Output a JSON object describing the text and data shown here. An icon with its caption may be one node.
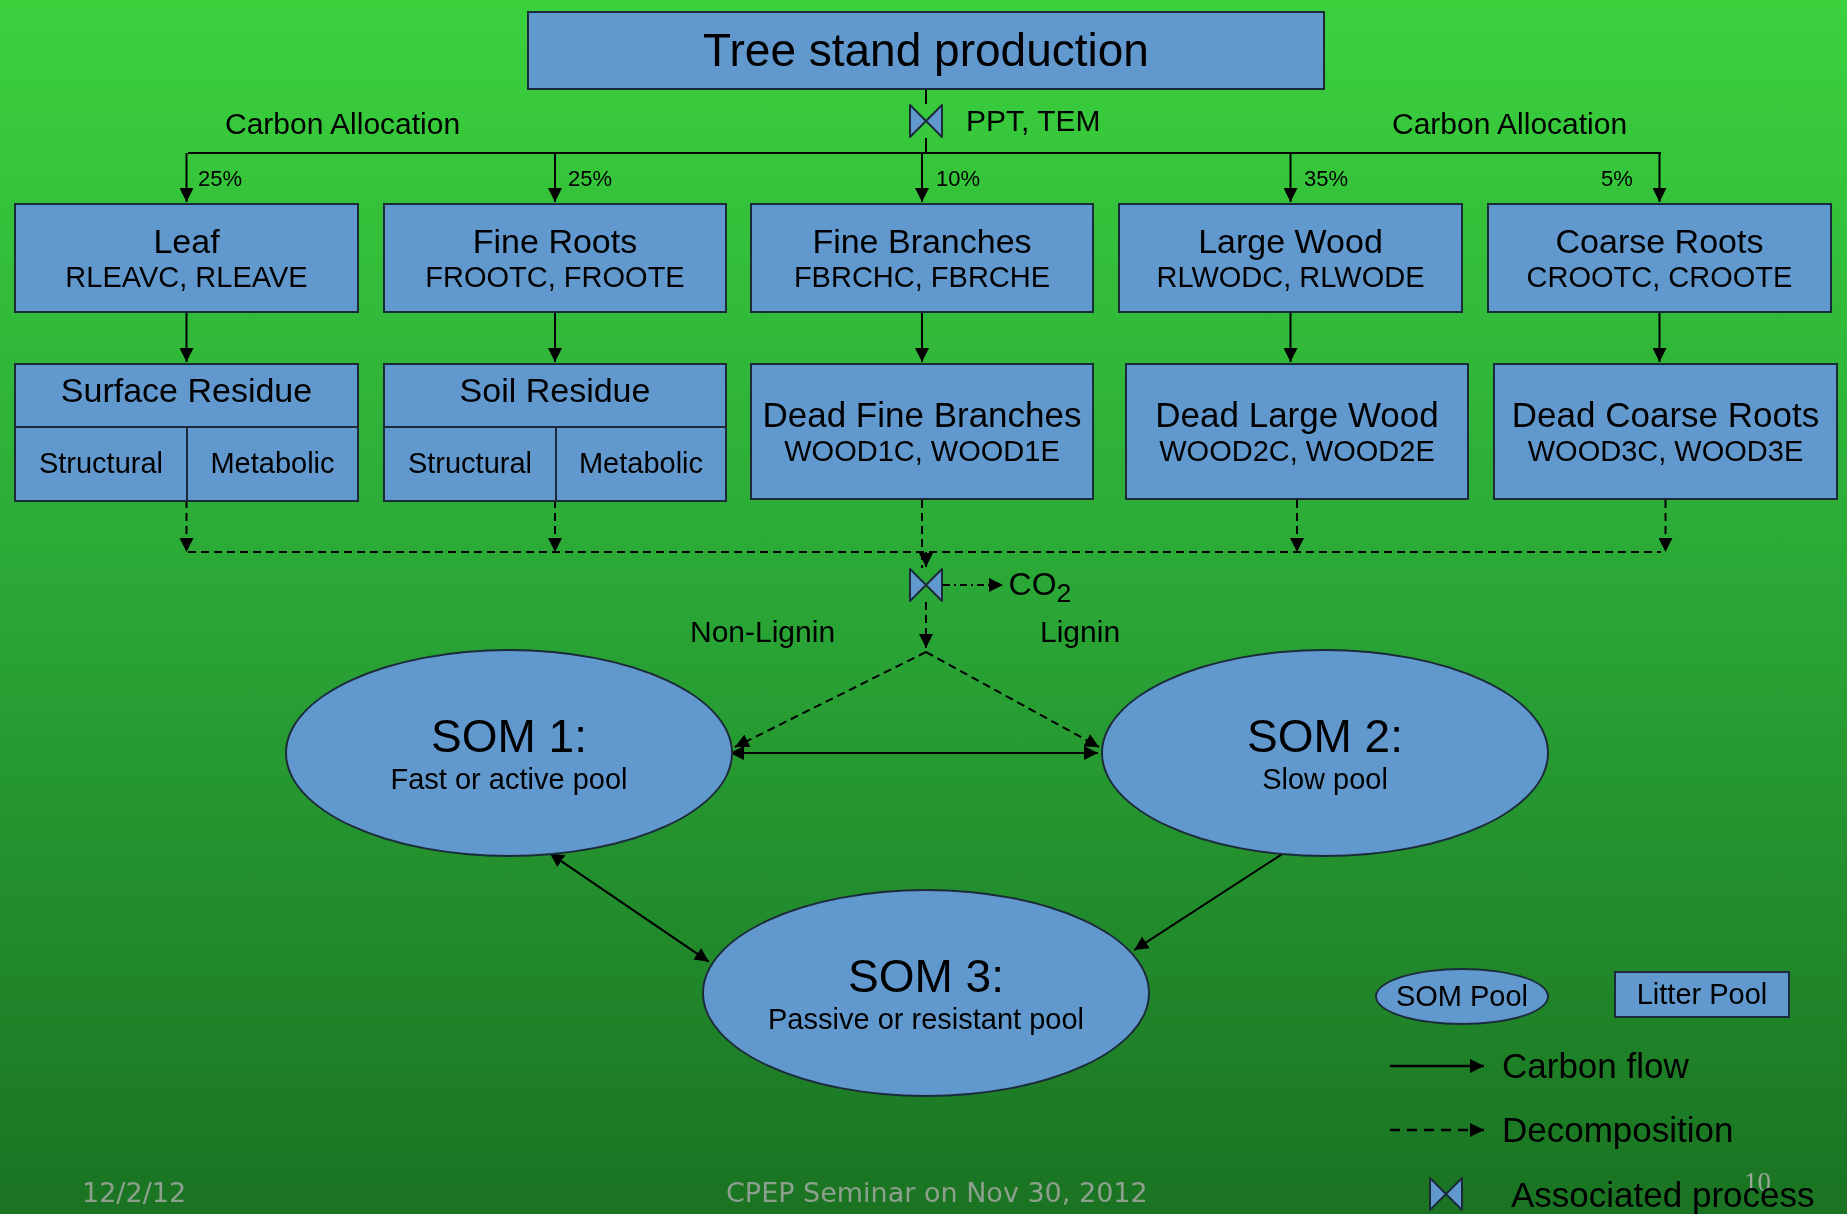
{
  "diagram": {
    "nodes": [
      {
        "text": [
          "Tree stand production"
        ]
      },
      {
        "text": [],
        "shape": "bowtie",
        "beside": [
          "PPT, TEM"
        ]
      },
      {
        "text": [
          "Leaf",
          "RLEAVC, RLEAVE"
        ]
      },
      {
        "text": [
          "Fine Roots",
          "FROOTC, FROOTE"
        ]
      },
      {
        "text": [
          "Fine Branches",
          "FBRCHC, FBRCHE"
        ]
      },
      {
        "text": [
          "Large Wood",
          "RLWODC, RLWODE"
        ]
      },
      {
        "text": [
          "Coarse Roots",
          "CROOTC, CROOTE"
        ]
      },
      {
        "text": [
          "Surface Residue"
        ]
      },
      {
        "text": [
          "Structural"
        ],
        "in": 7
      },
      {
        "text": [
          "Metabolic"
        ],
        "in": 7
      },
      {
        "text": [
          "Soil Residue"
        ]
      },
      {
        "text": [
          "Structural"
        ],
        "in": 10
      },
      {
        "text": [
          "Metabolic"
        ],
        "in": 10
      },
      {
        "text": [
          "Dead Fine Branches",
          "WOOD1C, WOOD1E"
        ]
      },
      {
        "text": [
          "Dead Large Wood",
          "WOOD2C, WOOD2E"
        ]
      },
      {
        "text": [
          "Dead Coarse Roots",
          "WOOD3C, WOOD3E"
        ]
      },
      {
        "text": [],
        "shape": "bowtie"
      },
      {
        "text": [
          "CO$_{2}$"
        ]
      },
      {
        "text": [
          "SOM 1:",
          "Fast or active pool"
        ]
      },
      {
        "text": [
          "SOM 2:",
          "Slow pool"
        ]
      },
      {
        "text": [
          "SOM 3:",
          "Passive or resistant pool"
        ]
      }
    ],
    "edges": [
      {
        "from": 0,
        "to": 1,
        "arrow": "none"
      },
      {
        "from": 1,
        "to": 2,
        "arrow": "to",
        "label": "25%"
      },
      {
        "from": 1,
        "to": 3,
        "arrow": "to",
        "label": "25%"
      },
      {
        "from": 1,
        "to": 4,
        "arrow": "to",
        "label": "10%"
      },
      {
        "from": 1,
        "to": 5,
        "arrow": "to",
        "label": "35%"
      },
      {
        "from": 1,
        "to": 6,
        "arrow": "to",
        "label": "5%"
      },
      {
        "from": 2,
        "to": 7,
        "arrow": "to"
      },
      {
        "from": 3,
        "to": 10,
        "arrow": "to"
      },
      {
        "from": 4,
        "to": 13,
        "arrow": "to"
      },
      {
        "from": 5,
        "to": 14,
        "arrow": "to"
      },
      {
        "from": 6,
        "to": 15,
        "arrow": "to"
      },
      {
        "from": 7,
        "to": 16,
        "arrow": "to",
        "style": "dashed"
      },
      {
        "from": 10,
        "to": 16,
        "arrow": "to",
        "style": "dashed"
      },
      {
        "from": 13,
        "to": 16,
        "arrow": "none",
        "style": "dashed"
      },
      {
        "from": 14,
        "to": 16,
        "arrow": "to",
        "style": "dashed"
      },
      {
        "from": 15,
        "to": 16,
        "arrow": "to",
        "style": "dashed"
      },
      {
        "from": 16,
        "to": 17,
        "arrow": "to",
        "style": "dashed"
      },
      {
        "from": 16,
        "to": 18,
        "arrow": "to",
        "style": "dashed",
        "label": "Non-Lignin"
      },
      {
        "from": 16,
        "to": 19,
        "arrow": "to",
        "style": "dashed",
        "label": "Lignin"
      },
      {
        "from": 18,
        "to": 19,
        "arrow": "both"
      },
      {
        "from": 18,
        "to": 20,
        "arrow": "both"
      },
      {
        "from": 19,
        "to": 20,
        "arrow": "to"
      }
    ],
    "labels": [
      "Carbon Allocation",
      "Carbon Allocation",
      "12/2/12",
      "CPEP Seminar on Nov 30, 2012",
      "10"
    ],
    "legend": [
      {
        "text": "SOM Pool"
      },
      {
        "text": "Litter Pool"
      },
      {
        "text": "Carbon flow"
      },
      {
        "text": "Decomposition"
      },
      {
        "text": "Associated process"
      }
    ]
  }
}
